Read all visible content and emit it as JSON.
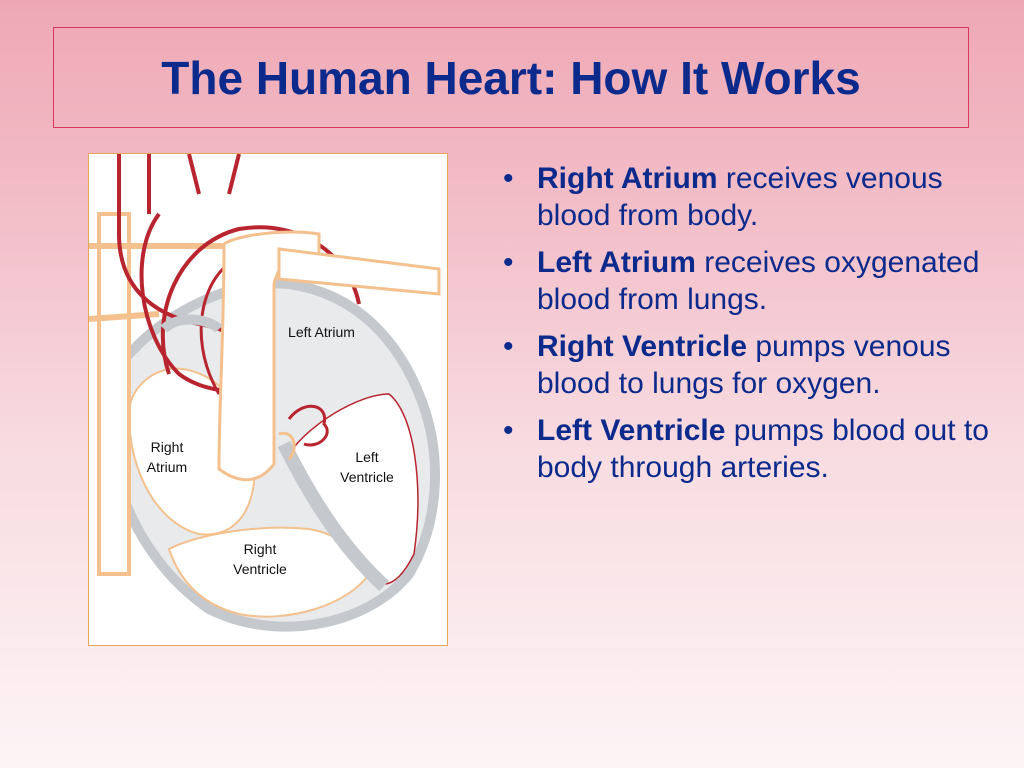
{
  "slide": {
    "title": "The Human Heart: How It Works"
  },
  "diagram": {
    "labels": {
      "left_atrium": "Left Atrium",
      "right_atrium": "Right Atrium",
      "left_ventricle": "Left Ventricle",
      "right_ventricle": "Right Ventricle"
    }
  },
  "bullets": [
    {
      "term": "Right Atrium",
      "text": " receives venous blood from body."
    },
    {
      "term": "Left Atrium",
      "text": " receives oxygenated blood from lungs."
    },
    {
      "term": "Right Ventricle",
      "text": " pumps venous blood to lungs for oxygen."
    },
    {
      "term": "Left Ventricle",
      "text": " pumps blood out to body through arteries."
    }
  ],
  "colors": {
    "title_text": "#0b2a8c",
    "title_border": "#d8385e",
    "artery_red": "#b8252f",
    "vein_orange": "#f3c08e",
    "heart_wall_gray": "#cfd2d6"
  }
}
